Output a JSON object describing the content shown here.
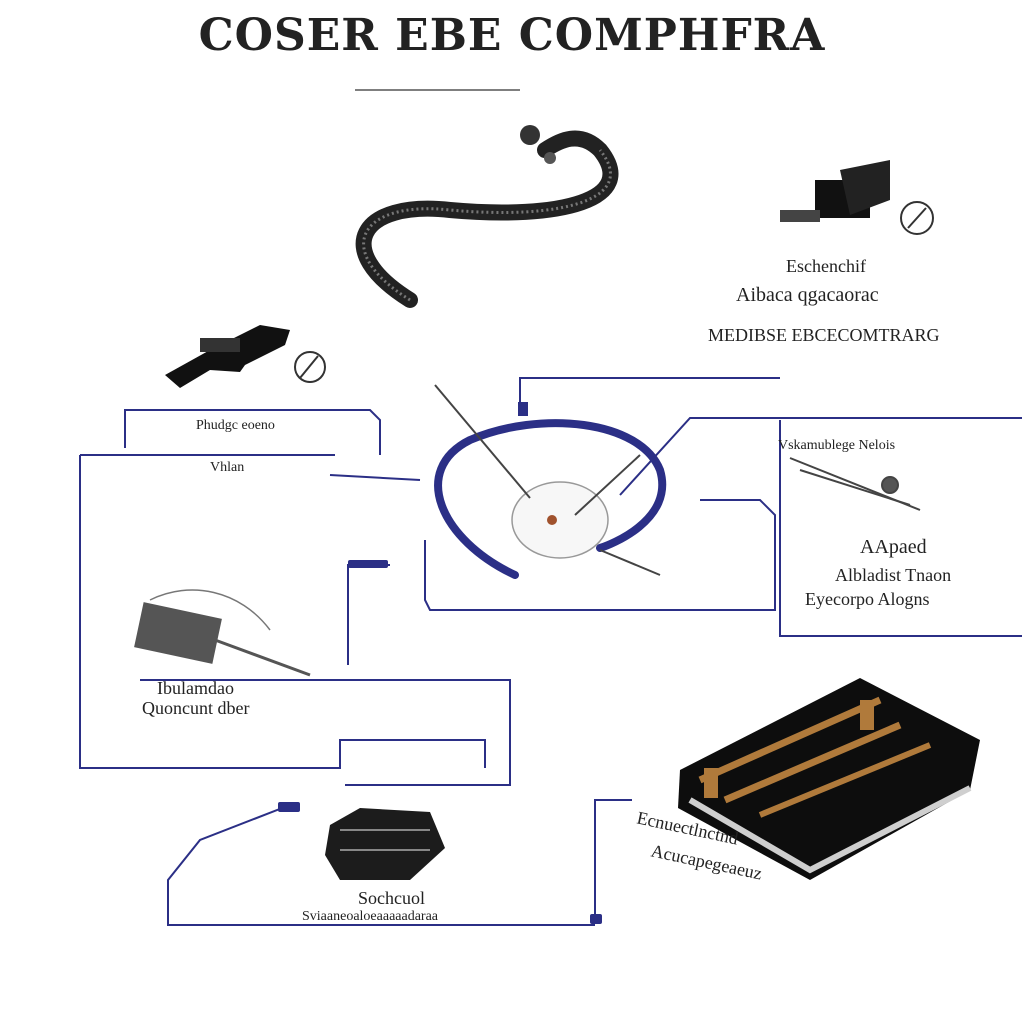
{
  "title": "COSER EBE COMPHFRA",
  "labels": {
    "top_right": [
      "Eschenchif",
      "Aibaca qgacaorac",
      "MEDIBSE EBCECOMTRARG"
    ],
    "left_box": [
      "Phudgc eoeno",
      "Vhlan"
    ],
    "right_box_top": "Vskamublege Nelois",
    "right_box_mid": [
      "AApaed",
      "Albladist Tnaon",
      "Eyecorpo Alogns"
    ],
    "left_bottom": [
      "Ibulamdao",
      "Quoncunt dber"
    ],
    "bottom_center": "Sochcuol",
    "bottom_bottom": "Sviaaneoaloeaaaaadaraa",
    "bottom_right": [
      "Ecnuectlnctnd",
      "Acucapegeaeuz"
    ]
  },
  "colors": {
    "line": "#2b2f86",
    "ink": "#1a1a1a",
    "copper": "#b07a3b"
  }
}
